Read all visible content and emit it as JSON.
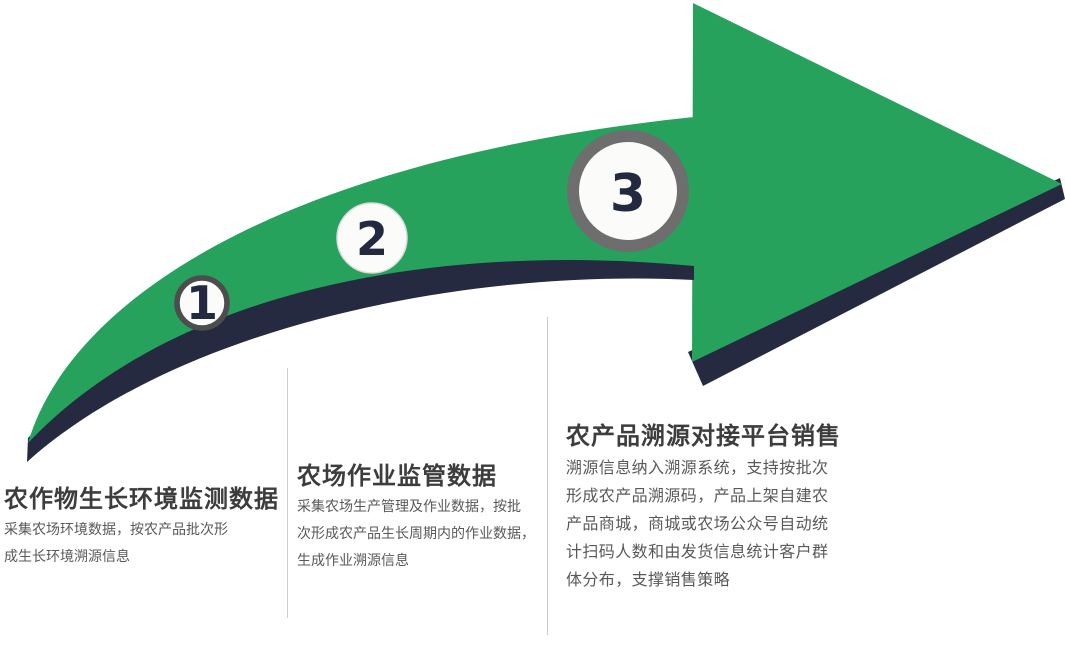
{
  "diagram": {
    "steps": [
      {
        "number": "1",
        "title": "农作物生长环境监测数据",
        "lines": [
          "采集农场环境数据，按农产品批次形",
          "成生长环境溯源信息"
        ]
      },
      {
        "number": "2",
        "title": "农场作业监管数据",
        "lines": [
          "采集农场生产管理及作业数据，按批",
          "次形成农产品生长周期内的作业数据，",
          "生成作业溯源信息"
        ]
      },
      {
        "number": "3",
        "title": "农产品溯源对接平台销售",
        "lines": [
          "溯源信息纳入溯源系统，支持按批次",
          "形成农产品溯源码，产品上架自建农",
          "产品商城，商城或农场公众号自动统",
          "计扫码人数和由发货信息统计客户群",
          "体分布，支撑销售策略"
        ]
      }
    ]
  },
  "colors": {
    "green": "#26a25d",
    "navy": "#252a40",
    "circle_fill": "#fbfbf9",
    "ring_dark": "#4d4d4d",
    "ring_thick": "#6e6e6e",
    "ring_light": "#dadada",
    "digit": "#232940",
    "title_text": "#3d3d3d",
    "body_text": "#595959",
    "divider": "#cccccc"
  }
}
